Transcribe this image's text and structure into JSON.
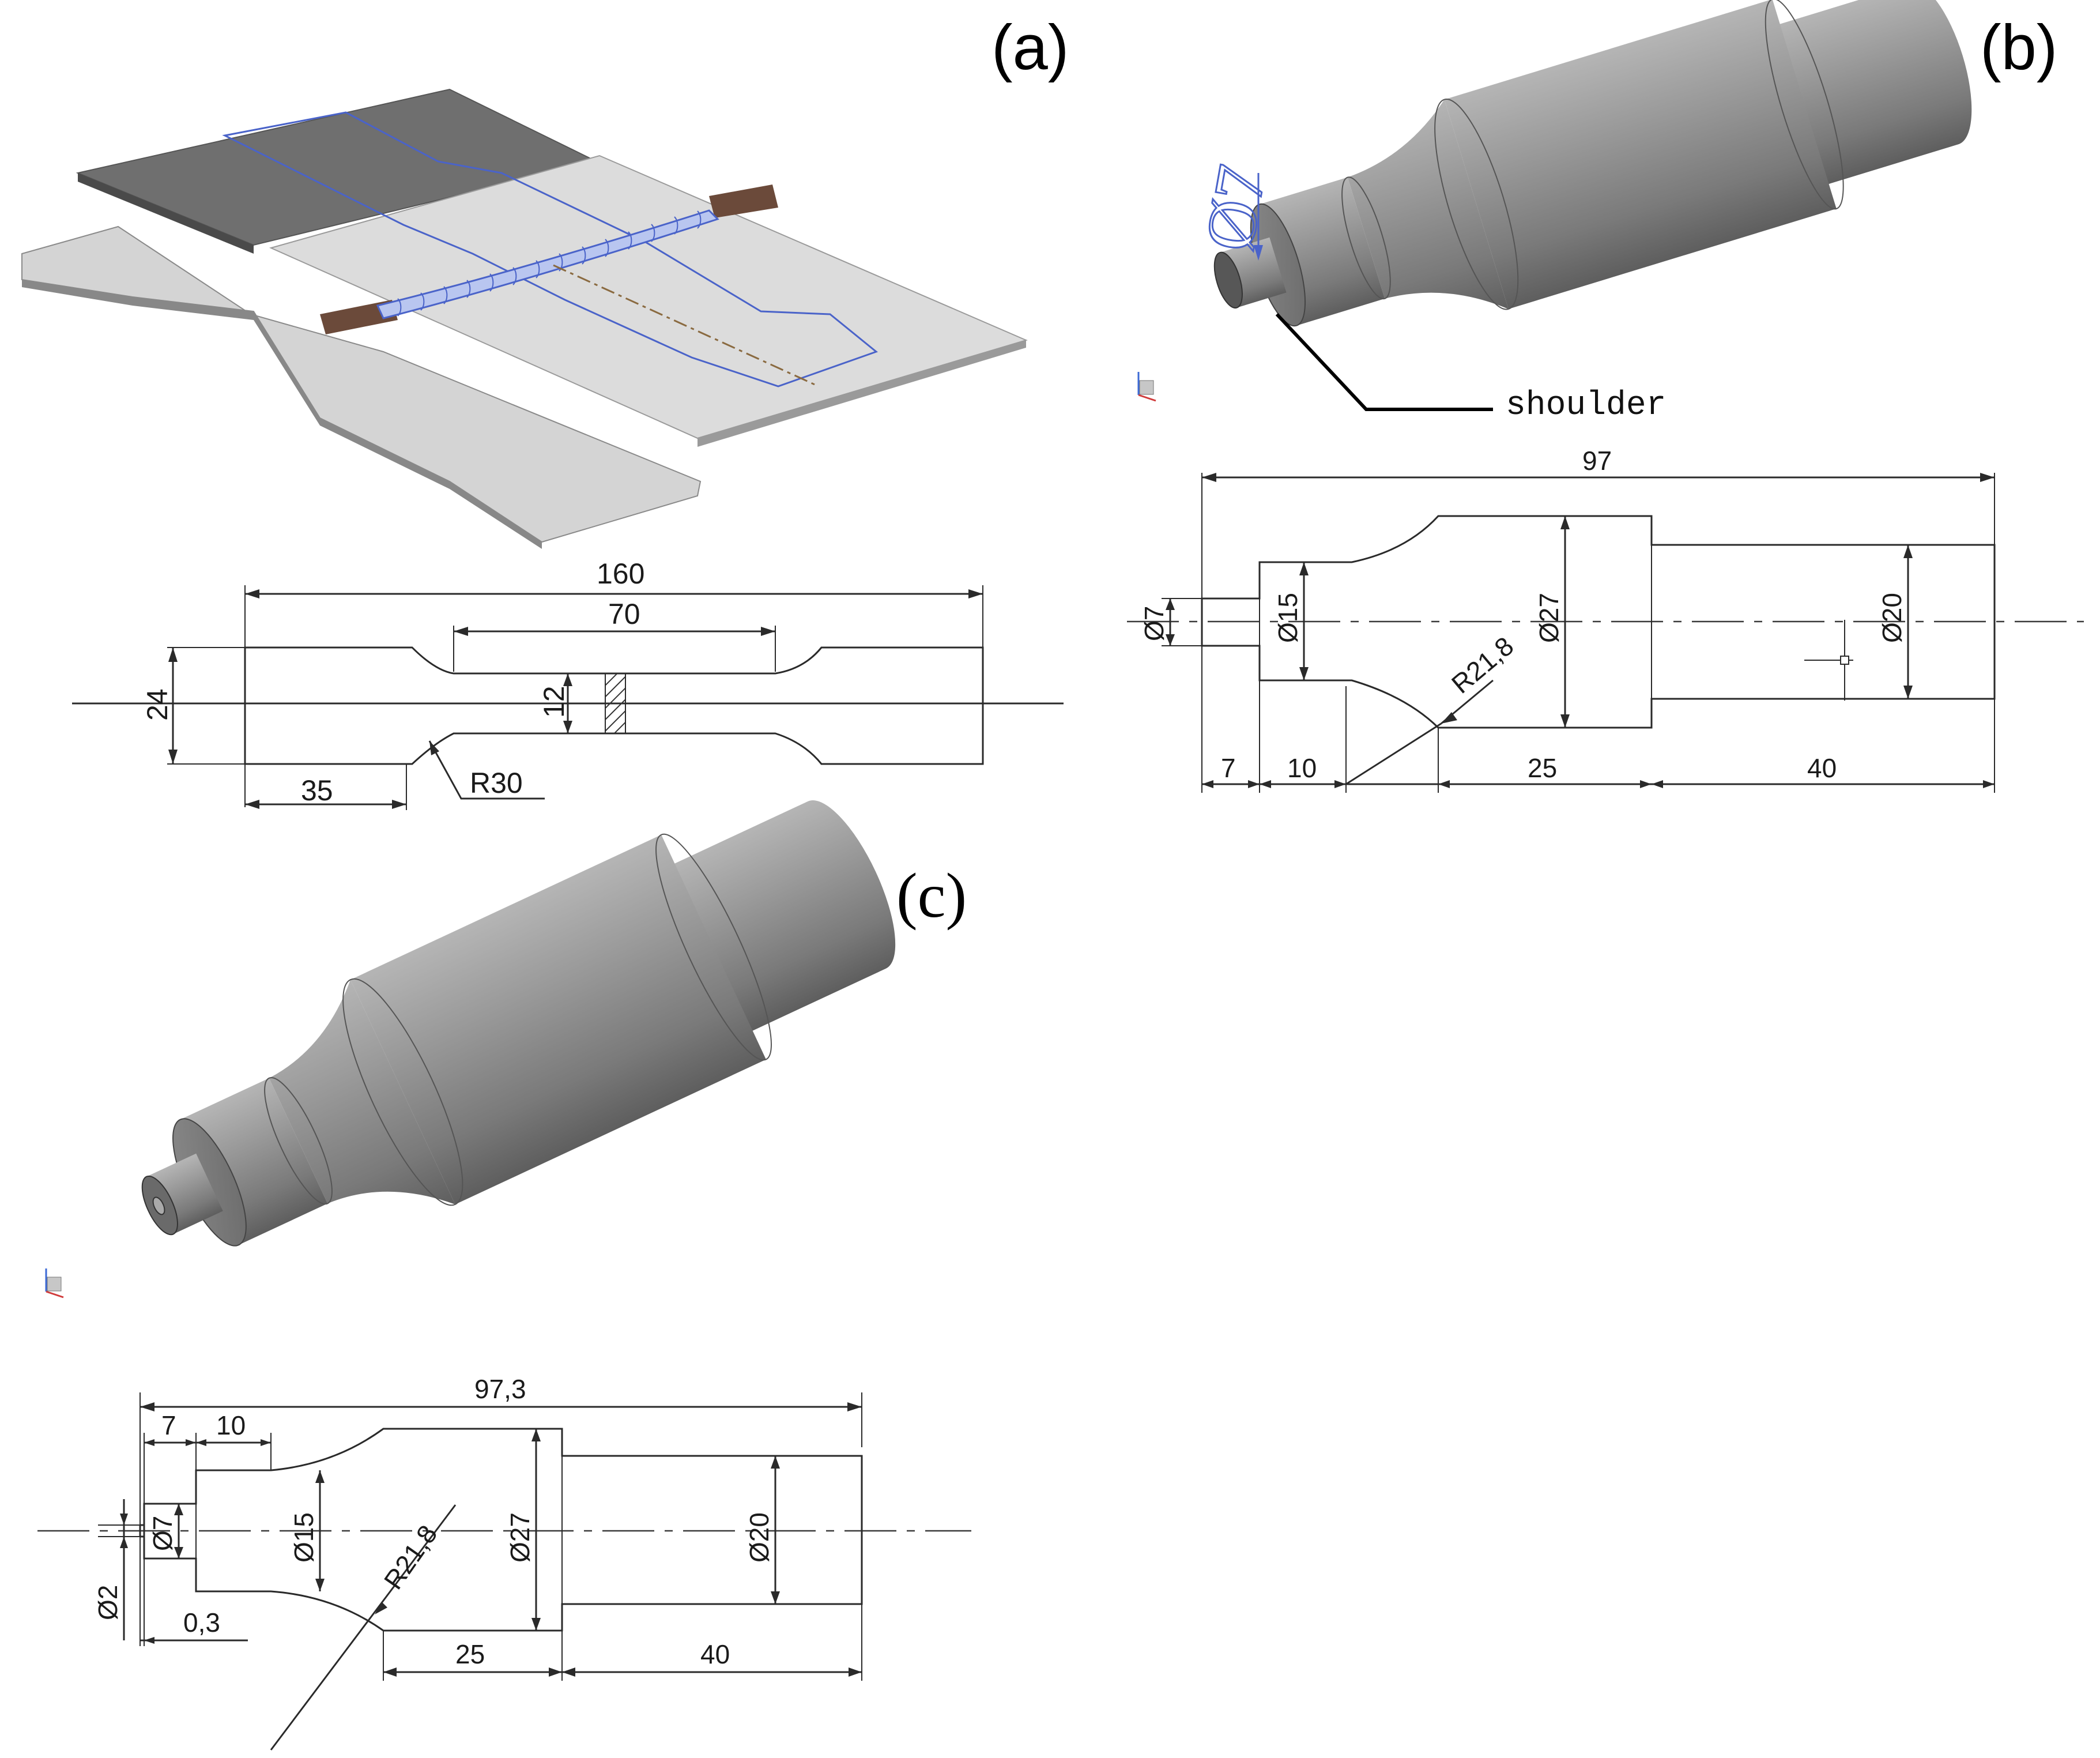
{
  "panels": {
    "a": {
      "label": "(a)",
      "dims": {
        "overall_length": "160",
        "gauge_length": "70",
        "width": "24",
        "gauge_width": "12",
        "grip_length": "35",
        "radius": "R30"
      }
    },
    "b": {
      "label": "(b)",
      "callout_text": "shoulder",
      "pin_symbol": "Ø7",
      "dims": {
        "overall_length": "97",
        "pin_dia": "Ø7",
        "neck_dia": "Ø15",
        "body_dia": "Ø27",
        "shank_dia": "Ø20",
        "radius": "R21,8",
        "pin_len": "7",
        "neck_len": "10",
        "body_len": "25",
        "shank_len": "40"
      }
    },
    "c": {
      "label": "(c)",
      "dims": {
        "overall_length": "97,3",
        "pin_len": "7",
        "neck_len": "10",
        "tip_dia": "Ø2",
        "tip_len": "0,3",
        "pin_dia": "Ø7",
        "neck_dia": "Ø15",
        "radius": "R21,8",
        "body_dia": "Ø27",
        "shank_dia": "Ø20",
        "body_len": "25",
        "shank_len": "40"
      }
    }
  },
  "colors": {
    "plate_dark": "#6f6f6f",
    "plate_light": "#dcdcdc",
    "weld_blue": "#4a63c9",
    "tool_grey": "#8f8f8f",
    "tab_brown": "#6b4a3a"
  }
}
